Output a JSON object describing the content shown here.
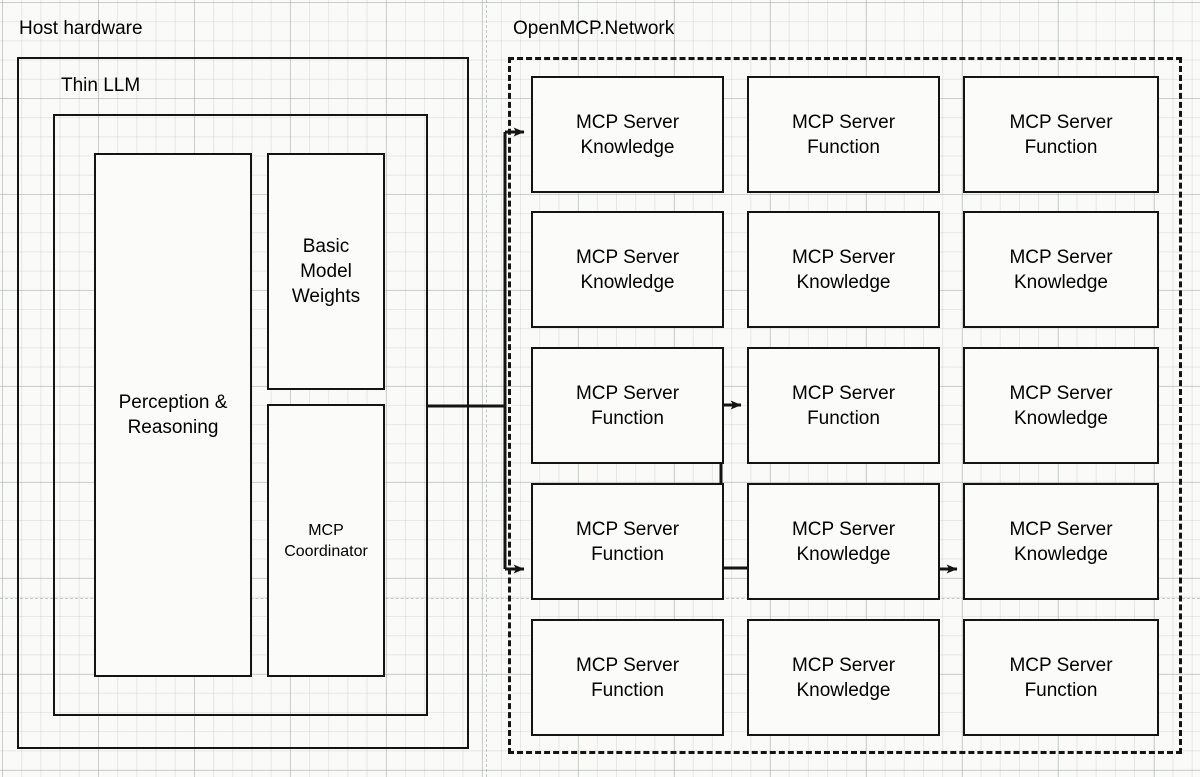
{
  "diagram": {
    "title_left": "Host hardware",
    "title_right": "OpenMCP.Network",
    "inner_group_label": "Thin LLM",
    "accent_color": "#141414",
    "background_color": "#fafaf8",
    "node_fill": "#fbfbf9"
  },
  "host": {
    "label": "Host hardware",
    "thin_llm": {
      "label": "Thin LLM",
      "blocks": [
        {
          "id": "perception-reasoning",
          "label": "Perception &\nReasoning"
        },
        {
          "id": "basic-model-weights",
          "label": "Basic\nModel\nWeights"
        },
        {
          "id": "mcp-coordinator",
          "label": "MCP\nCoordinator"
        }
      ]
    }
  },
  "network": {
    "label": "OpenMCP.Network",
    "border_style": "dashed",
    "grid": {
      "rows": 5,
      "cols": 3,
      "cells": [
        {
          "row": 1,
          "col": 1,
          "label": "MCP Server\nKnowledge"
        },
        {
          "row": 1,
          "col": 2,
          "label": "MCP Server\nFunction"
        },
        {
          "row": 1,
          "col": 3,
          "label": "MCP Server\nFunction"
        },
        {
          "row": 2,
          "col": 1,
          "label": "MCP Server\nKnowledge"
        },
        {
          "row": 2,
          "col": 2,
          "label": "MCP Server\nKnowledge"
        },
        {
          "row": 2,
          "col": 3,
          "label": "MCP Server\nKnowledge"
        },
        {
          "row": 3,
          "col": 1,
          "label": "MCP Server\nFunction"
        },
        {
          "row": 3,
          "col": 2,
          "label": "MCP Server\nFunction"
        },
        {
          "row": 3,
          "col": 3,
          "label": "MCP Server\nKnowledge"
        },
        {
          "row": 4,
          "col": 1,
          "label": "MCP Server\nFunction"
        },
        {
          "row": 4,
          "col": 2,
          "label": "MCP Server\nKnowledge"
        },
        {
          "row": 4,
          "col": 3,
          "label": "MCP Server\nKnowledge"
        },
        {
          "row": 5,
          "col": 1,
          "label": "MCP Server\nFunction"
        },
        {
          "row": 5,
          "col": 2,
          "label": "MCP Server\nKnowledge"
        },
        {
          "row": 5,
          "col": 3,
          "label": "MCP Server\nFunction"
        }
      ]
    }
  },
  "connections": [
    {
      "id": "host-to-network-trunk",
      "from": "thin-llm",
      "to": "network-bus",
      "arrow": false
    },
    {
      "id": "bus-to-r1c1",
      "from": "network-bus",
      "to": "r1c1",
      "arrow": true
    },
    {
      "id": "bus-to-r4c1",
      "from": "network-bus",
      "to": "r4c1",
      "arrow": true
    },
    {
      "id": "r3c1-to-r3c2",
      "from": "r3c1",
      "to": "r3c2",
      "arrow": true
    },
    {
      "id": "r3c1-to-r4c1",
      "from": "r3c1",
      "to": "r4c1",
      "arrow": false
    },
    {
      "id": "r4c1-to-r4c2",
      "from": "r4c1",
      "to": "r4c2",
      "arrow": false
    },
    {
      "id": "r4c2-to-r4c3",
      "from": "r4c2",
      "to": "r4c3",
      "arrow": true
    }
  ]
}
